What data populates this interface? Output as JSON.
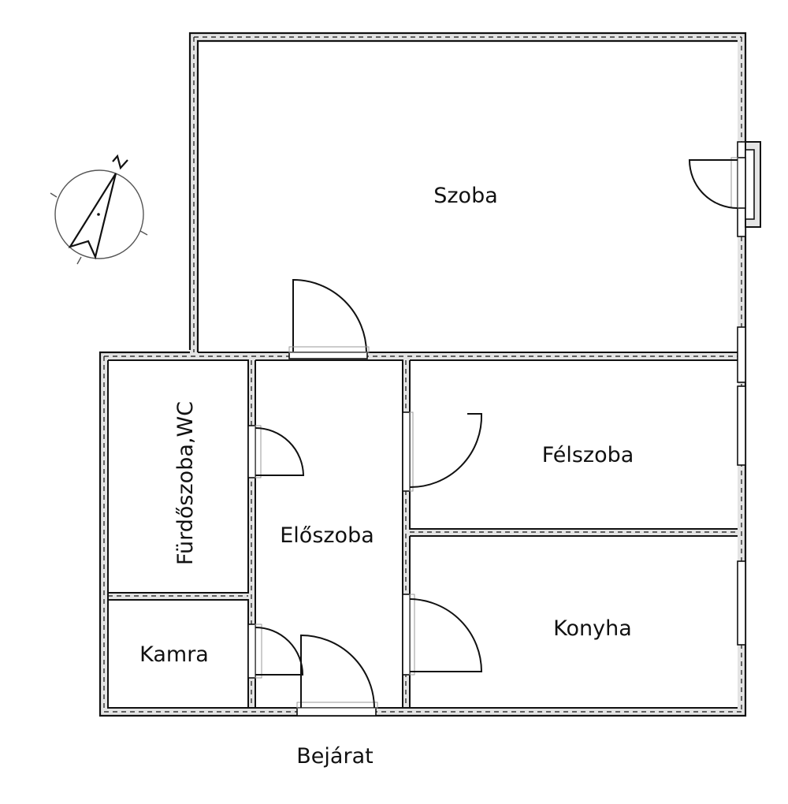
{
  "floorplan": {
    "rooms": [
      {
        "id": "szoba",
        "label": "Szoba"
      },
      {
        "id": "felszoba",
        "label": "Félszoba"
      },
      {
        "id": "eloszoba",
        "label": "Előszoba"
      },
      {
        "id": "furdoszoba",
        "label": "Fürdőszoba,WC"
      },
      {
        "id": "kamra",
        "label": "Kamra"
      },
      {
        "id": "konyha",
        "label": "Konyha"
      }
    ],
    "entrance_label": "Bejárat",
    "compass": {
      "north_label": "N",
      "icon": "north-arrow-icon"
    },
    "colors": {
      "wall_stroke": "#111111",
      "wall_fill": "#e4e4e4",
      "background": "#ffffff"
    }
  }
}
